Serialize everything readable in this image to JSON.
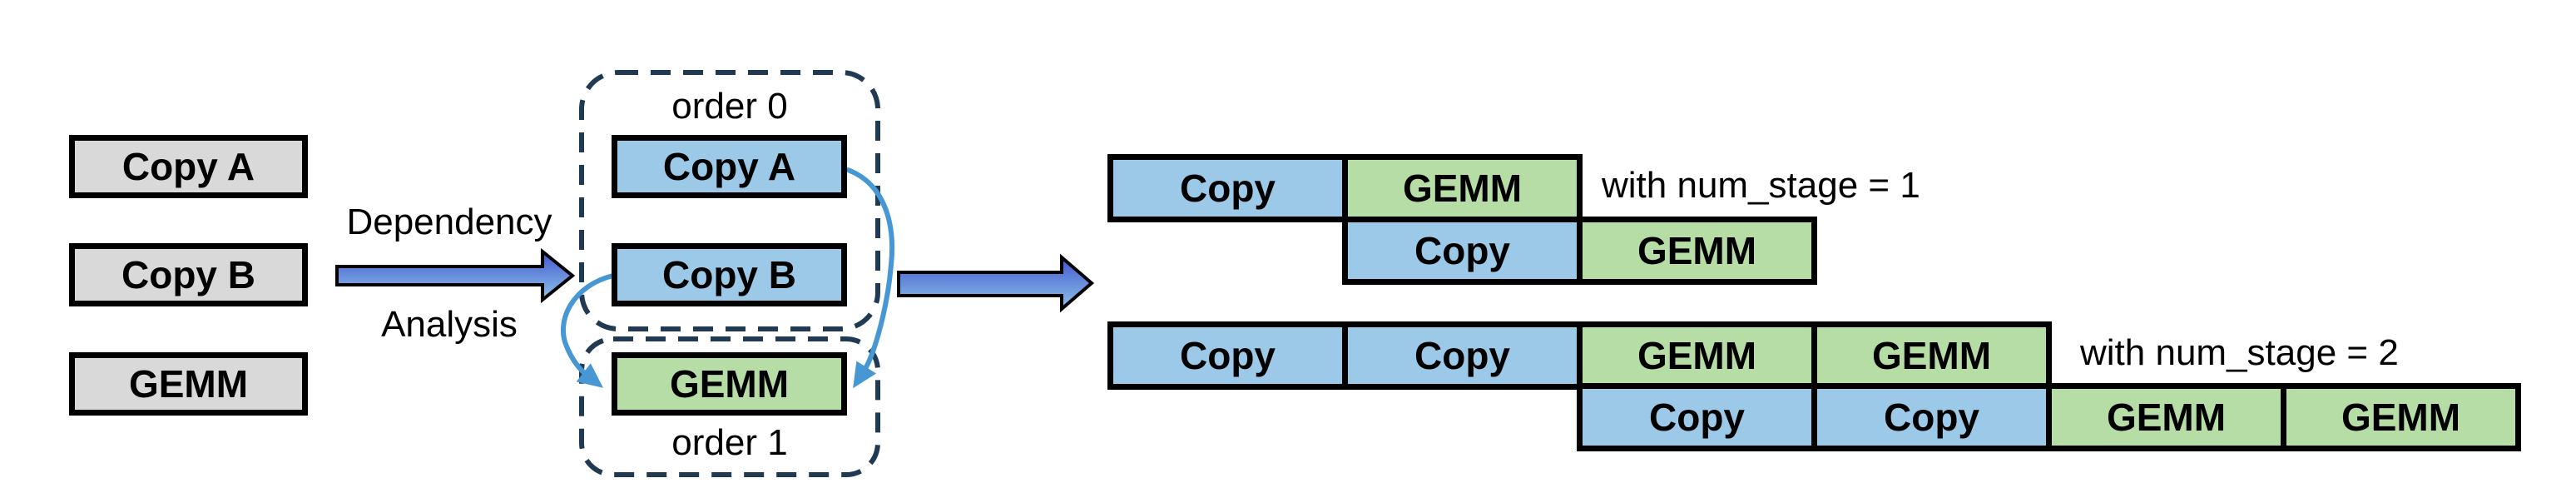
{
  "colors": {
    "box_blue": "#9DC9E8",
    "box_green": "#B7DDA6",
    "box_gray": "#D9D9D9",
    "dashed_outline": "#1F3A52",
    "dependency_edge_blue": "#4697D3",
    "big_arrow_gradient_top": "#4157CE",
    "big_arrow_gradient_bottom": "#8FC4EA",
    "box_border": "#000000",
    "text": "#000000"
  },
  "input_tasks": [
    {
      "label": "Copy A"
    },
    {
      "label": "Copy B"
    },
    {
      "label": "GEMM"
    }
  ],
  "transform_arrow": {
    "top_label": "Dependency",
    "bottom_label": "Analysis"
  },
  "dependency_graph": {
    "order0_label": "order 0",
    "order1_label": "order 1",
    "order0_nodes": [
      {
        "label": "Copy A",
        "type": "copy"
      },
      {
        "label": "Copy B",
        "type": "copy"
      }
    ],
    "order1_nodes": [
      {
        "label": "GEMM",
        "type": "gemm"
      }
    ],
    "edges": [
      {
        "from": "Copy A",
        "to": "GEMM"
      },
      {
        "from": "Copy B",
        "to": "GEMM"
      }
    ]
  },
  "schedules": [
    {
      "caption": "with num_stage = 1",
      "rows": [
        {
          "offset": 0,
          "cells": [
            {
              "label": "Copy",
              "type": "copy"
            },
            {
              "label": "GEMM",
              "type": "gemm"
            }
          ]
        },
        {
          "offset": 1,
          "cells": [
            {
              "label": "Copy",
              "type": "copy"
            },
            {
              "label": "GEMM",
              "type": "gemm"
            }
          ]
        }
      ]
    },
    {
      "caption": "with num_stage = 2",
      "rows": [
        {
          "offset": 0,
          "cells": [
            {
              "label": "Copy",
              "type": "copy"
            },
            {
              "label": "Copy",
              "type": "copy"
            },
            {
              "label": "GEMM",
              "type": "gemm"
            },
            {
              "label": "GEMM",
              "type": "gemm"
            }
          ]
        },
        {
          "offset": 2,
          "cells": [
            {
              "label": "Copy",
              "type": "copy"
            },
            {
              "label": "Copy",
              "type": "copy"
            },
            {
              "label": "GEMM",
              "type": "gemm"
            },
            {
              "label": "GEMM",
              "type": "gemm"
            }
          ]
        }
      ]
    }
  ]
}
